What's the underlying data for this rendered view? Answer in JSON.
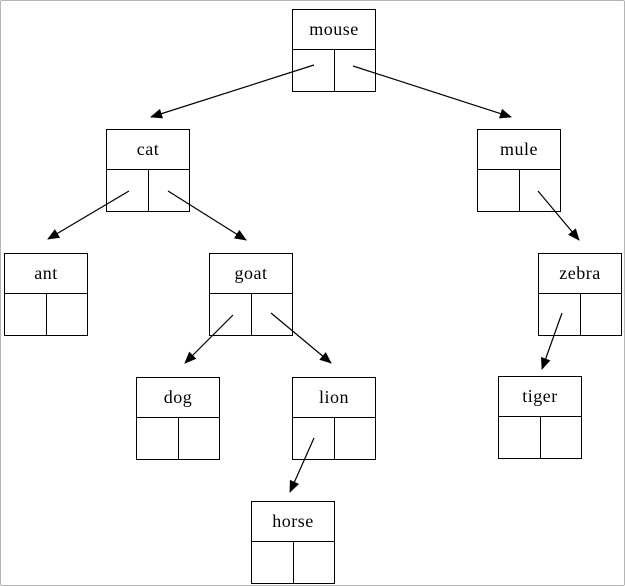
{
  "diagram": {
    "type": "binary-tree",
    "background_color": "#ffffff",
    "line_color": "#000000",
    "nodes": {
      "mouse": {
        "label": "mouse"
      },
      "cat": {
        "label": "cat"
      },
      "mule": {
        "label": "mule"
      },
      "ant": {
        "label": "ant"
      },
      "goat": {
        "label": "goat"
      },
      "zebra": {
        "label": "zebra"
      },
      "dog": {
        "label": "dog"
      },
      "lion": {
        "label": "lion"
      },
      "tiger": {
        "label": "tiger"
      },
      "horse": {
        "label": "horse"
      }
    },
    "edges": [
      {
        "from": "mouse",
        "pointer": "left",
        "to": "cat"
      },
      {
        "from": "mouse",
        "pointer": "right",
        "to": "mule"
      },
      {
        "from": "cat",
        "pointer": "left",
        "to": "ant"
      },
      {
        "from": "cat",
        "pointer": "right",
        "to": "goat"
      },
      {
        "from": "goat",
        "pointer": "left",
        "to": "dog"
      },
      {
        "from": "goat",
        "pointer": "right",
        "to": "lion"
      },
      {
        "from": "lion",
        "pointer": "left",
        "to": "horse"
      },
      {
        "from": "mule",
        "pointer": "right",
        "to": "zebra"
      },
      {
        "from": "zebra",
        "pointer": "left",
        "to": "tiger"
      }
    ]
  }
}
